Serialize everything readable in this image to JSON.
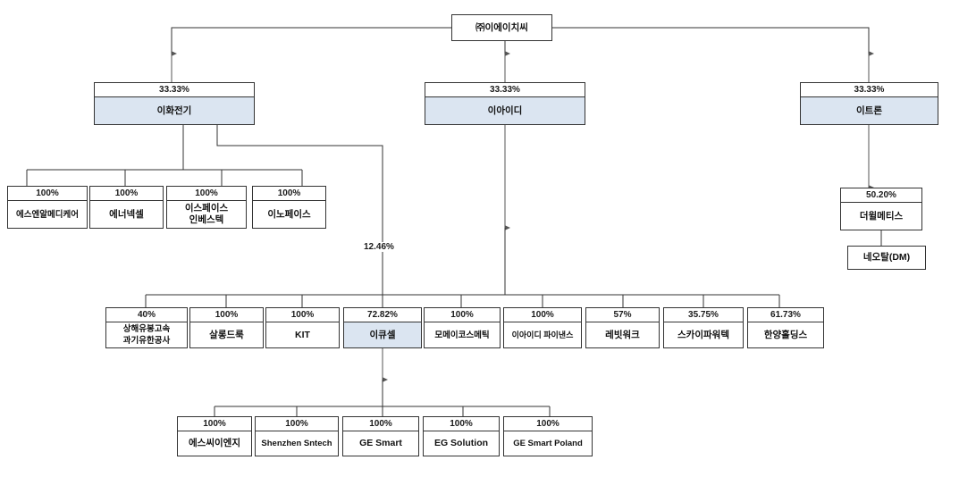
{
  "diagram": {
    "title": "Corporate ownership structure chart",
    "accent_color": "#dbe5f1",
    "line_color": "#333333"
  },
  "root": {
    "name": "㈜이에이치씨",
    "pct": ""
  },
  "level2": [
    {
      "pct": "33.33%",
      "name": "이화전기"
    },
    {
      "pct": "33.33%",
      "name": "이아이디"
    },
    {
      "pct": "33.33%",
      "name": "이트론"
    }
  ],
  "ehwa_children": [
    {
      "pct": "100%",
      "name": "에스엔알메디케어"
    },
    {
      "pct": "100%",
      "name": "에너넥셀"
    },
    {
      "pct": "100%",
      "name": "이스페이스\n인베스텍"
    },
    {
      "pct": "100%",
      "name": "이노페이스"
    }
  ],
  "etron_children": [
    {
      "pct": "50.20%",
      "name": "더윌메티스"
    },
    {
      "pct": "",
      "name": "네오탈(DM)"
    }
  ],
  "mid_row": [
    {
      "pct": "40%",
      "name": "상해유봉고속\n과기유한공사"
    },
    {
      "pct": "100%",
      "name": "살롱드룩"
    },
    {
      "pct": "100%",
      "name": "KIT"
    },
    {
      "pct": "72.82%",
      "name": "이큐셀"
    },
    {
      "pct": "100%",
      "name": "모메이코스메틱"
    },
    {
      "pct": "100%",
      "name": "이아이디 파이낸스"
    },
    {
      "pct": "57%",
      "name": "레빗워크"
    },
    {
      "pct": "35.75%",
      "name": "스카이파워텍"
    },
    {
      "pct": "61.73%",
      "name": "한양홀딩스"
    }
  ],
  "eqcell_children": [
    {
      "pct": "100%",
      "name": "에스씨이엔지"
    },
    {
      "pct": "100%",
      "name": "Shenzhen Sntech"
    },
    {
      "pct": "100%",
      "name": "GE Smart"
    },
    {
      "pct": "100%",
      "name": "EG Solution"
    },
    {
      "pct": "100%",
      "name": "GE Smart Poland"
    }
  ],
  "edge_labels": {
    "ehwa_to_eqcell": "12.46%"
  }
}
